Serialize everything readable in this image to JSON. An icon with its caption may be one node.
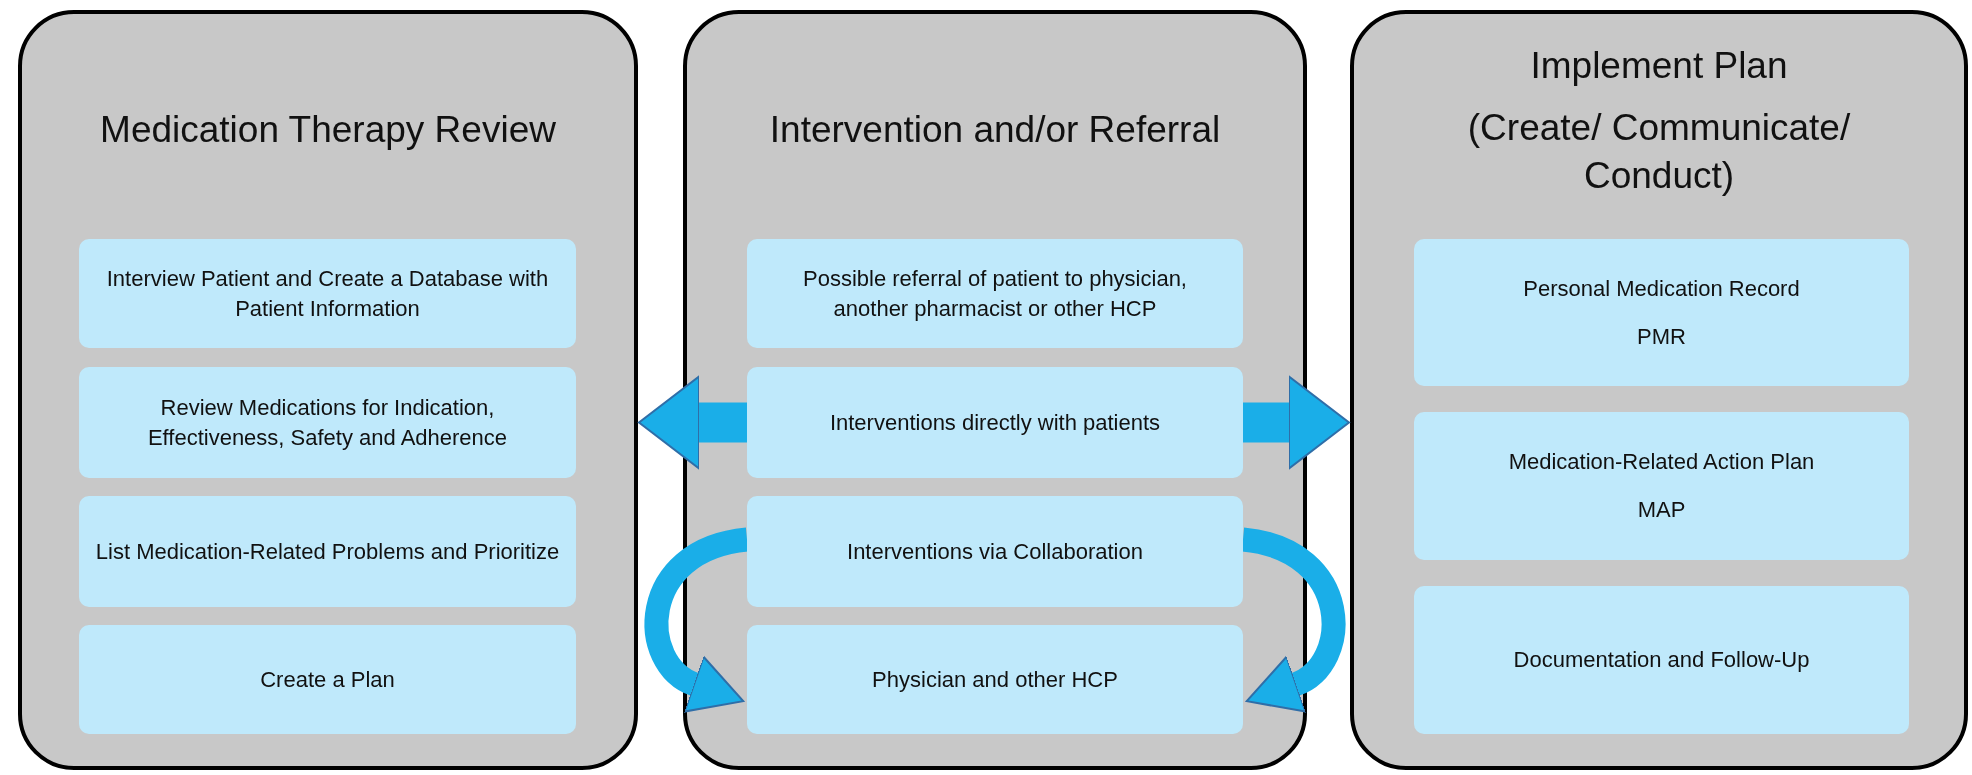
{
  "diagram": {
    "nodes": [
      {
        "text": [
          "Medication Therapy Review"
        ]
      },
      {
        "text": [
          "Interview Patient and Create a Database with Patient Information"
        ],
        "in": 0
      },
      {
        "text": [
          "Review Medications for Indication, Effectiveness, Safety and Adherence"
        ],
        "in": 0
      },
      {
        "text": [
          "List Medication-Related Problems and Prioritize"
        ],
        "in": 0
      },
      {
        "text": [
          "Create a Plan"
        ],
        "in": 0
      },
      {
        "text": [
          "Intervention and/or Referral"
        ]
      },
      {
        "text": [
          "Possible referral of patient to physician, another pharmacist or other HCP"
        ],
        "in": 5
      },
      {
        "text": [
          "Interventions directly with patients"
        ],
        "in": 5
      },
      {
        "text": [
          "Interventions via Collaboration"
        ],
        "in": 5
      },
      {
        "text": [
          "Physician and other HCP"
        ],
        "in": 5
      },
      {
        "text": [
          "Implement Plan",
          "(Create/ Communicate/ Conduct)"
        ]
      },
      {
        "text": [
          "Personal Medication Record",
          "PMR"
        ],
        "in": 10
      },
      {
        "text": [
          "Medication-Related Action Plan",
          "MAP"
        ],
        "in": 10
      },
      {
        "text": [
          "Documentation and Follow-Up"
        ],
        "in": 10
      }
    ],
    "edges": [
      {
        "from": 7,
        "to": 0,
        "arrow": "to"
      },
      {
        "from": 7,
        "to": 10,
        "arrow": "to"
      },
      {
        "from": 8,
        "to": 9,
        "arrow": "to"
      },
      {
        "from": 8,
        "to": 9,
        "arrow": "to"
      }
    ]
  }
}
